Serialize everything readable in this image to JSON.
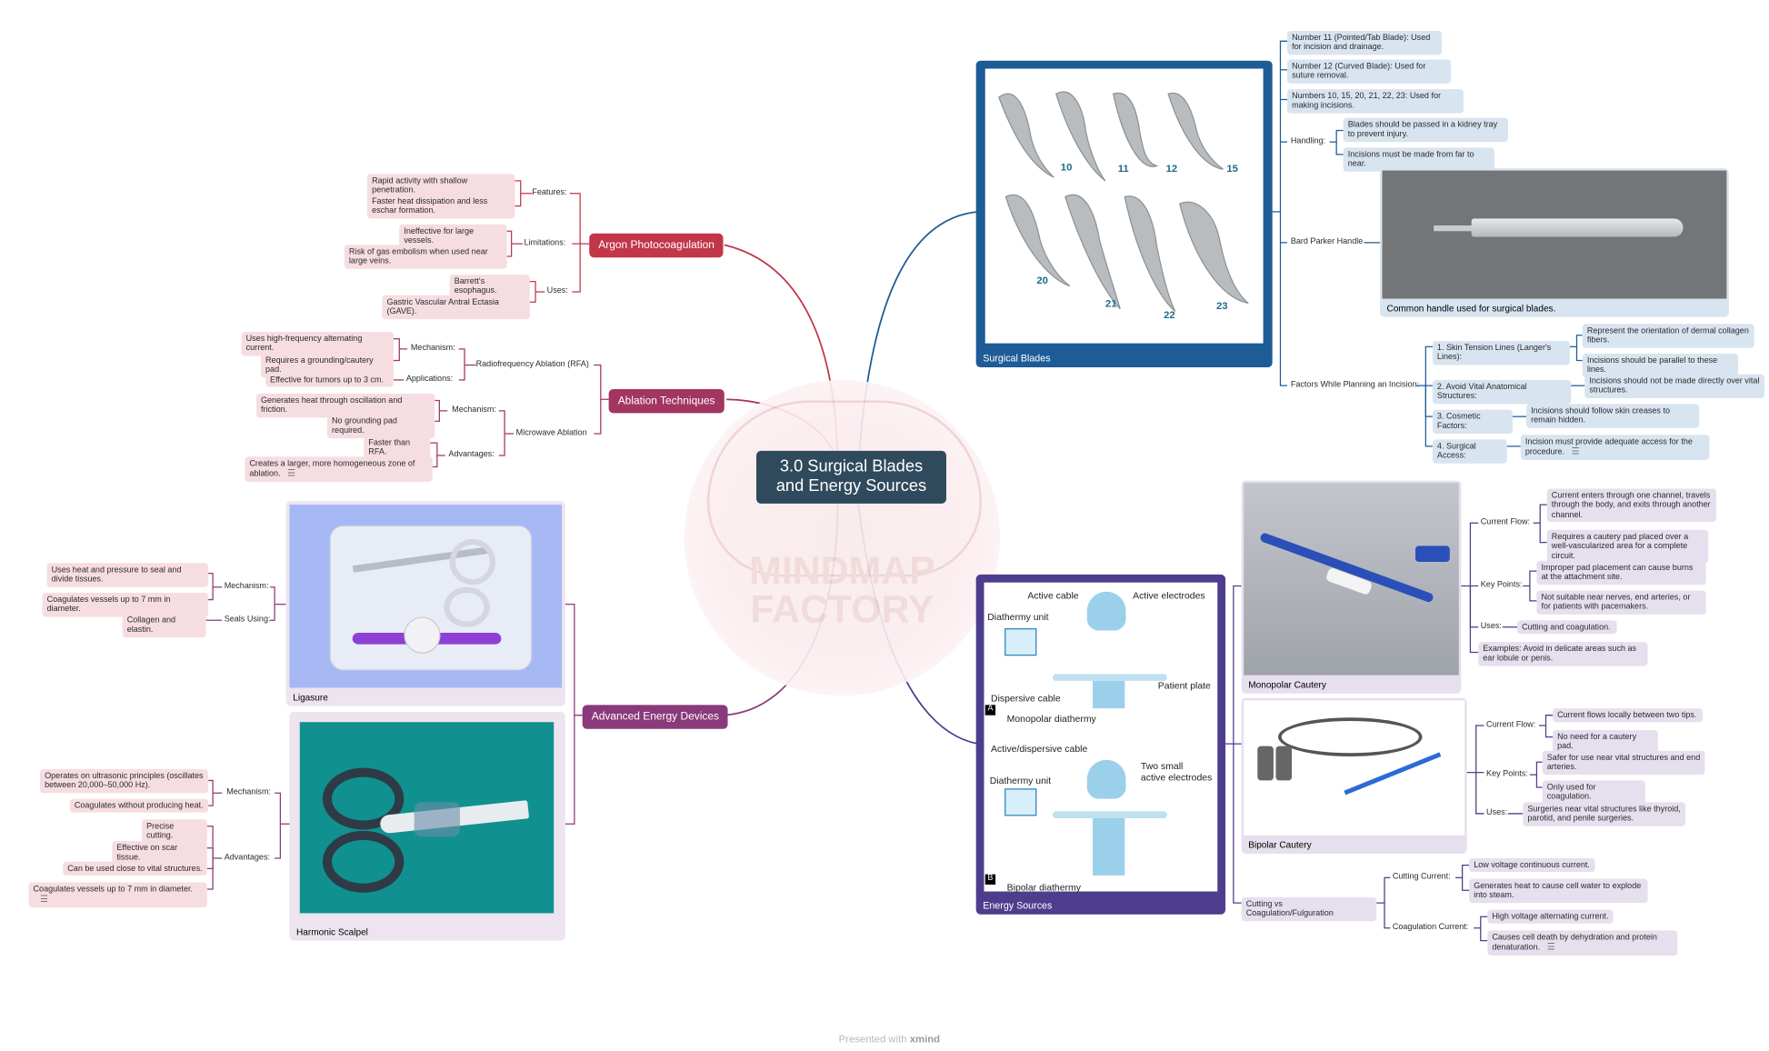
{
  "central": {
    "line1": "3.0 Surgical Blades",
    "line2": "and Energy Sources"
  },
  "watermark": "MINDMAP FACTORY",
  "footer": {
    "text": "Presented with",
    "brand": "xmind"
  },
  "colors": {
    "central": "#2f4a5c",
    "argon": "#c2364a",
    "ablation": "#a23561",
    "advanced": "#8a3a7a",
    "blades": "#1e5c97",
    "energy": "#4e3d8c"
  },
  "argon": {
    "title": "Argon Photocoagulation",
    "features": {
      "label": "Features:",
      "items": [
        "Rapid activity with shallow penetration.",
        "Faster heat dissipation and less eschar formation."
      ]
    },
    "limitations": {
      "label": "Limitations:",
      "items": [
        "Ineffective for large vessels.",
        "Risk of gas embolism when used near large veins."
      ]
    },
    "uses": {
      "label": "Uses:",
      "items": [
        "Barrett's esophagus.",
        "Gastric Vascular Antral Ectasia (GAVE)."
      ]
    }
  },
  "ablation": {
    "title": "Ablation Techniques",
    "rfa": {
      "label": "Radiofrequency Ablation (RFA)",
      "mechanism": "Mechanism:",
      "mech_items": [
        "Uses high-frequency alternating current.",
        "Requires a grounding/cautery pad."
      ],
      "applications": "Applications:",
      "app_items": [
        "Effective for tumors up to 3 cm."
      ]
    },
    "mwa": {
      "label": "Microwave Ablation",
      "mechanism": "Mechanism:",
      "mech_items": [
        "Generates heat through oscillation and friction.",
        "No grounding pad required."
      ],
      "advantages": "Advantages:",
      "adv_items": [
        "Faster than RFA.",
        "Creates a larger, more homogeneous zone of ablation."
      ]
    }
  },
  "advanced": {
    "title": "Advanced Energy Devices",
    "ligasure": {
      "caption": "Ligasure",
      "mechanism": "Mechanism:",
      "mech_items": [
        "Uses heat and pressure to seal and divide tissues.",
        "Coagulates vessels up to 7 mm in diameter."
      ],
      "seals": "Seals Using:",
      "seal_items": [
        "Collagen and elastin."
      ]
    },
    "harmonic": {
      "caption": "Harmonic Scalpel",
      "mechanism": "Mechanism:",
      "mech_items": [
        "Operates on ultrasonic principles (oscillates between 20,000–50,000 Hz).",
        "Coagulates without producing heat."
      ],
      "advantages": "Advantages:",
      "adv_items": [
        "Precise cutting.",
        "Effective on scar tissue.",
        "Can be used close to vital structures.",
        "Coagulates vessels up to 7 mm in diameter."
      ]
    }
  },
  "blades": {
    "caption": "Surgical Blades",
    "blade_numbers": [
      "10",
      "11",
      "12",
      "15",
      "20",
      "21",
      "22",
      "23"
    ],
    "items": [
      "Number 11 (Pointed/Tab Blade): Used for incision and drainage.",
      "Number 12 (Curved Blade): Used for suture removal.",
      "Numbers 10, 15, 20, 21, 22, 23: Used for making incisions."
    ],
    "handling": {
      "label": "Handling:",
      "items": [
        "Blades should be passed in a kidney tray to prevent injury.",
        "Incisions must be made from far to near."
      ]
    },
    "bard": {
      "label": "Bard Parker Handle",
      "caption": "Common handle used for surgical blades."
    },
    "factors": {
      "label": "Factors While Planning an Incision:",
      "f1": {
        "label": "1. Skin Tension Lines (Langer's Lines):",
        "items": [
          "Represent the orientation of dermal collagen fibers.",
          "Incisions should be parallel to these lines."
        ]
      },
      "f2": {
        "label": "2. Avoid Vital Anatomical Structures:",
        "items": [
          "Incisions should not be made directly over vital structures."
        ]
      },
      "f3": {
        "label": "3. Cosmetic Factors:",
        "items": [
          "Incisions should follow skin creases to remain hidden."
        ]
      },
      "f4": {
        "label": "4. Surgical Access:",
        "items": [
          "Incision must provide adequate access for the procedure."
        ]
      }
    }
  },
  "energy": {
    "caption": "Energy Sources",
    "diagram": {
      "a_label": "A",
      "a_title": "Monopolar diathermy",
      "active_cable": "Active cable",
      "active_electrodes": "Active electrodes",
      "diathermy_unit": "Diathermy unit",
      "dispersive_cable": "Dispersive cable",
      "patient_plate": "Patient plate",
      "b_label": "B",
      "b_title": "Bipolar diathermy",
      "active_dispersive": "Active/dispersive cable",
      "diathermy_unit_b": "Diathermy unit",
      "two_small": "Two small",
      "active_electrodes_b": "active electrodes"
    },
    "monopolar": {
      "caption": "Monopolar Cautery",
      "current_flow": {
        "label": "Current Flow:",
        "items": [
          "Current enters through one channel, travels through the body, and exits through another channel.",
          "Requires a cautery pad placed over a well-vascularized area for a complete circuit."
        ]
      },
      "key_points": {
        "label": "Key Points:",
        "items": [
          "Improper pad placement can cause burns at the attachment site.",
          "Not suitable near nerves, end arteries, or for patients with pacemakers."
        ]
      },
      "uses": {
        "label": "Uses:",
        "items": [
          "Cutting and coagulation."
        ]
      },
      "examples": "Examples: Avoid in delicate areas such as ear lobule or penis."
    },
    "bipolar": {
      "caption": "Bipolar Cautery",
      "current_flow": {
        "label": "Current Flow:",
        "items": [
          "Current flows locally between two tips.",
          "No need for a cautery pad."
        ]
      },
      "key_points": {
        "label": "Key Points:",
        "items": [
          "Safer for use near vital structures and end arteries.",
          "Only used for coagulation."
        ]
      },
      "uses": {
        "label": "Uses:",
        "items": [
          "Surgeries near vital structures like thyroid, parotid, and penile surgeries."
        ]
      }
    },
    "cutting": {
      "label": "Cutting vs Coagulation/Fulguration",
      "cutting_current": {
        "label": "Cutting Current:",
        "items": [
          "Low voltage continuous current.",
          "Generates heat to cause cell water to explode into steam."
        ]
      },
      "coag_current": {
        "label": "Coagulation Current:",
        "items": [
          "High voltage alternating current.",
          "Causes cell death by dehydration and protein denaturation."
        ]
      }
    }
  }
}
